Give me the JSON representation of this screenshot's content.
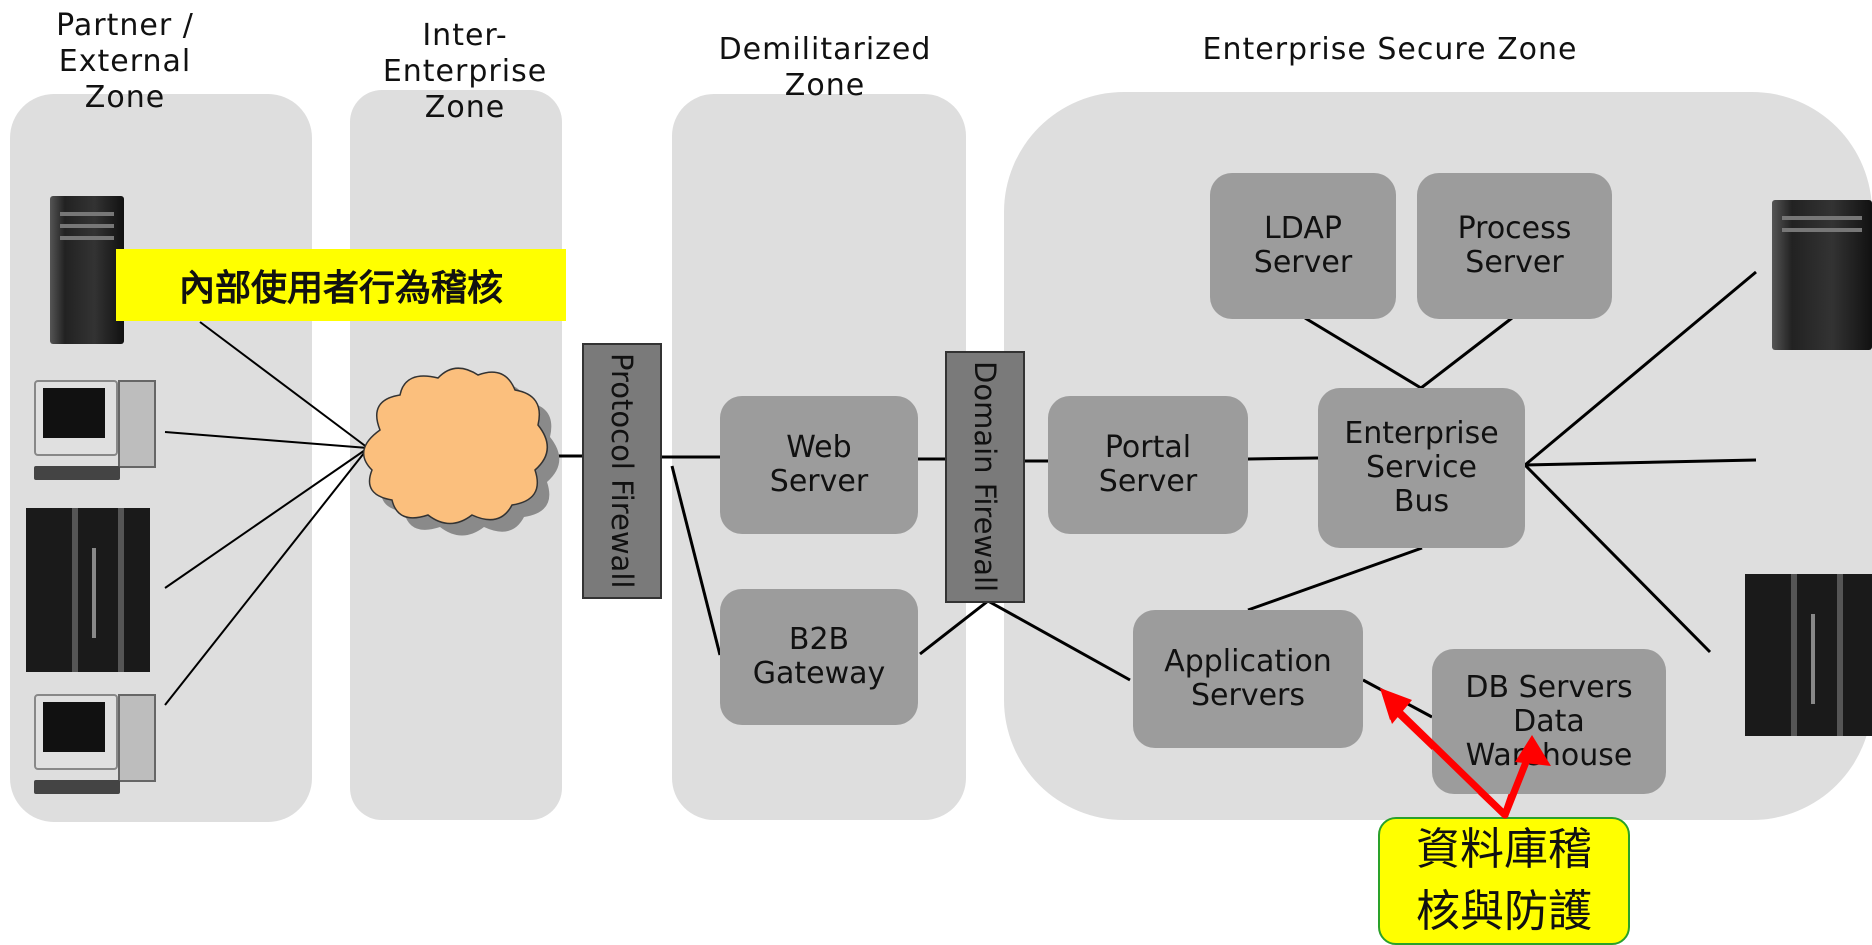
{
  "zones": {
    "partner": "Partner  /\nExternal\nZone",
    "inter": "Inter-\nEnterprise\nZone",
    "dmz": "Demilitarized\nZone",
    "secure": "Enterprise Secure Zone"
  },
  "boxes": {
    "ldap": "LDAP\nServer",
    "process": "Process\nServer",
    "web": "Web\nServer",
    "b2b": "B2B\nGateway",
    "portal": "Portal\nServer",
    "esb": "Enterprise\nService\nBus",
    "app": "Application\nServers",
    "db": "DB Servers\nData\nWarehouse"
  },
  "firewalls": {
    "protocol": "Protocol Firewall",
    "domain": "Domain Firewall"
  },
  "notes": {
    "user_audit": "內部使用者行為稽核",
    "db_audit": "資料庫稽\n核與防護"
  },
  "colors": {
    "zone_fill": "#dedede",
    "box_fill": "#9c9c9c",
    "firewall_fill": "#7a7a7a",
    "note_fill": "#ffff00",
    "cloud_fill": "#fbbf7d",
    "arrow": "#ff0000"
  }
}
